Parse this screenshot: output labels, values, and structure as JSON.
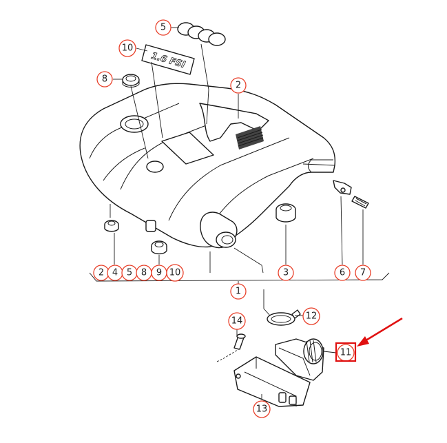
{
  "diagram": {
    "badge_text": "1.6 FSI",
    "callouts": {
      "c5": "5",
      "c10_top": "10",
      "c8": "8",
      "c2_top": "2",
      "c2_bottom": "2",
      "c4": "4",
      "c5_bottom": "5",
      "c8_bottom": "8",
      "c9": "9",
      "c10_bottom": "10",
      "c3": "3",
      "c6": "6",
      "c7": "7",
      "c1": "1",
      "c12": "12",
      "c14": "14",
      "c11": "11",
      "c13": "13"
    },
    "colors": {
      "callout_ring": "#e8402a",
      "highlight": "#e01010",
      "line": "#1a1a1a"
    }
  }
}
